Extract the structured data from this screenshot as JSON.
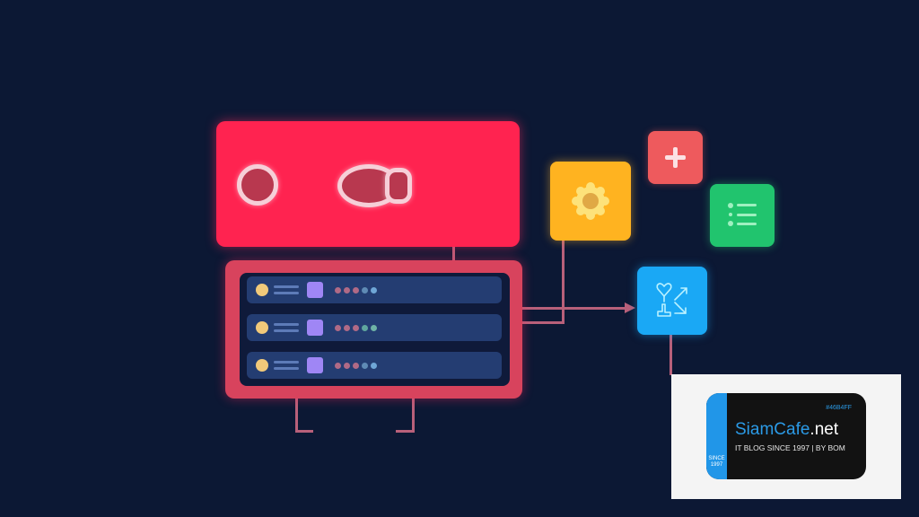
{
  "scene": {
    "background": "#0c1834",
    "description": "Abstract system architecture diagram with glowing neon nodes"
  },
  "top_panel": {
    "color": "#ff2350",
    "icons": [
      "circle-ring-icon",
      "camera-lens-icon"
    ]
  },
  "server": {
    "color": "#d8435d",
    "rows": [
      {
        "status_dots": [
          "#b06a86",
          "#b06a86",
          "#b06a86",
          "#5f8bb5",
          "#6fa6d6"
        ]
      },
      {
        "status_dots": [
          "#b06a86",
          "#b06a86",
          "#b06a86",
          "#5fa69e",
          "#6fb3a6"
        ]
      },
      {
        "status_dots": [
          "#b06a86",
          "#b06a86",
          "#b06a86",
          "#5f8bb5",
          "#6fa6d6"
        ]
      }
    ]
  },
  "nodes": [
    {
      "name": "gear-node",
      "color": "#ffb320",
      "icon": "gear-icon"
    },
    {
      "name": "plus-node",
      "color": "#ee5a5d",
      "icon": "plus-icon"
    },
    {
      "name": "list-node",
      "color": "#21c46e",
      "icon": "list-icon"
    },
    {
      "name": "flow-node",
      "color": "#1aa8f5",
      "icon": "flow-arrows-icon"
    }
  ],
  "watermark": {
    "hex": "#46B4FF",
    "title_main": "SiamCafe",
    "title_tld": ".net",
    "subtitle": "IT BLOG SINCE 1997 | BY BOM",
    "since_line1": "SINCE",
    "since_line2": "1997"
  }
}
